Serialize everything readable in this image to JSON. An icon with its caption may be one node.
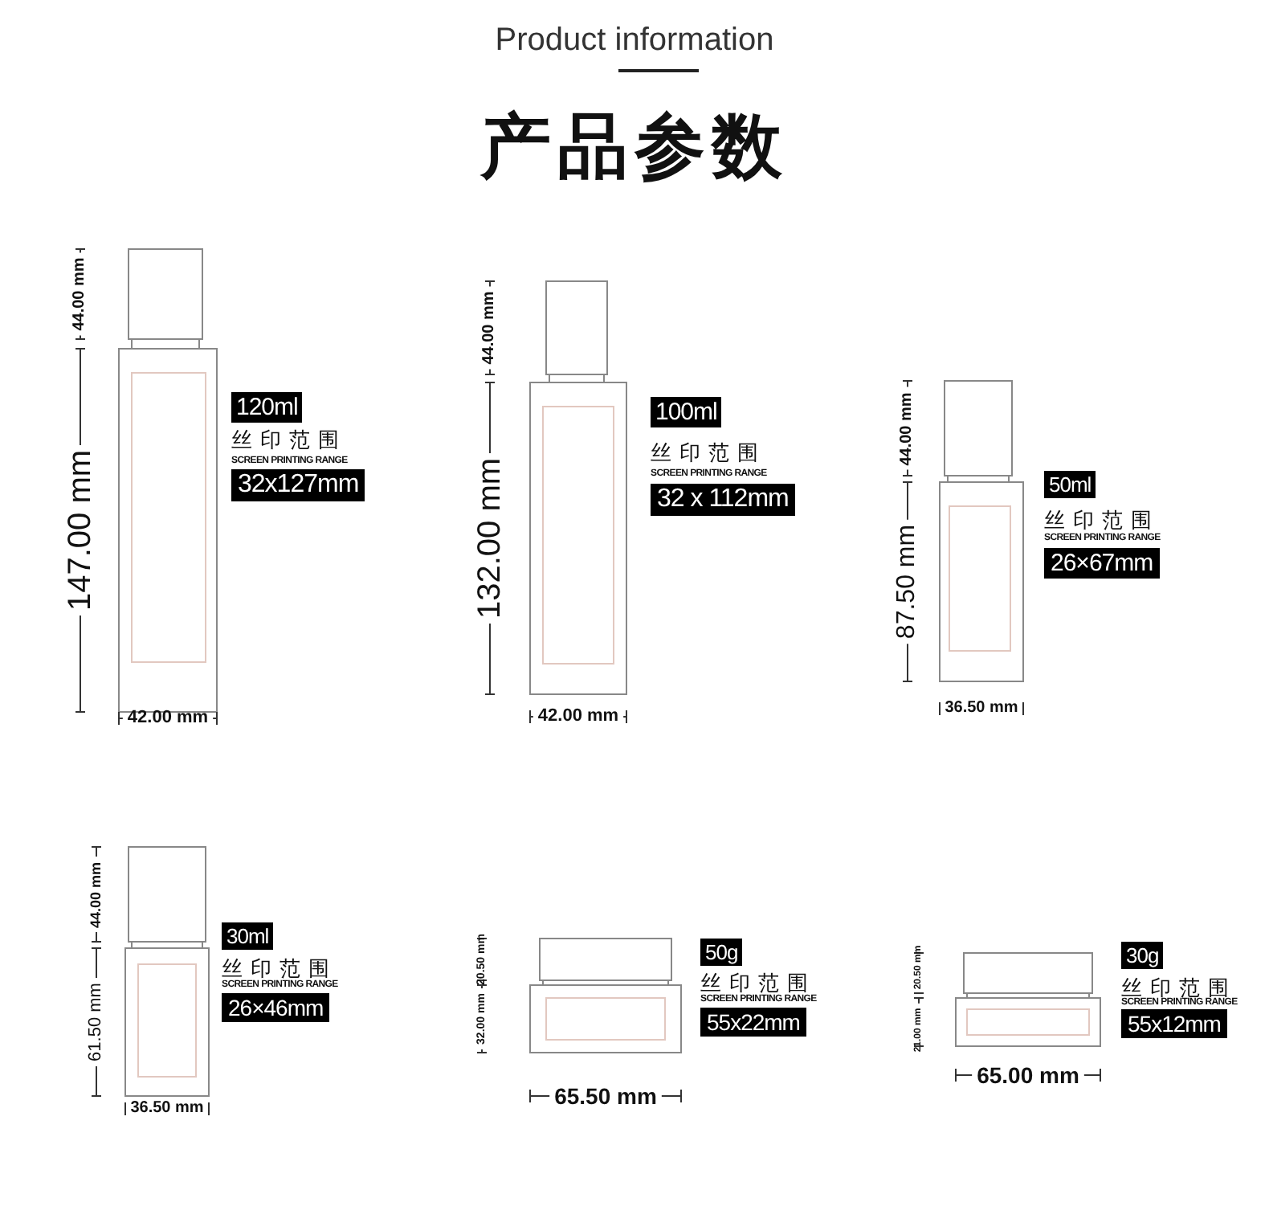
{
  "diagram": {
    "title": "Product information",
    "nodes": [
      {
        "text": [
          "120ml"
        ]
      },
      {
        "text": [
          "32x127mm"
        ]
      },
      {
        "text": [
          "100ml"
        ]
      },
      {
        "text": [
          "32 x 112mm"
        ]
      },
      {
        "text": [
          "50ml"
        ]
      },
      {
        "text": [
          "26×67mm"
        ]
      },
      {
        "text": [
          "30ml"
        ]
      },
      {
        "text": [
          "26×46mm"
        ]
      },
      {
        "text": [
          "50g"
        ]
      },
      {
        "text": [
          "55x22mm"
        ]
      },
      {
        "text": [
          "30g"
        ]
      },
      {
        "text": [
          "55x12mm"
        ]
      }
    ],
    "labels": [
      "产品参数",
      "44.00 mm",
      "147.00 mm",
      "42.00 mm",
      "丝印范围",
      "SCREEN PRINTING RANGE",
      "44.00 mm",
      "132.00 mm",
      "42.00 mm",
      "丝印范围",
      "SCREEN PRINTING RANGE",
      "44.00 mm",
      "87.50 mm",
      "36.50 mm",
      "丝印范围",
      "SCREEN PRINTING RANGE",
      "44.00 mm",
      "61.50 mm",
      "36.50 mm",
      "丝印范围",
      "SCREEN PRINTING RANGE",
      "20.50 mm",
      "32.00 mm",
      "65.50 mm",
      "丝印范围",
      "SCREEN PRINTING RANGE",
      "20.50 mm",
      "21.00 mm",
      "65.00 mm",
      "丝印范围",
      "SCREEN PRINTING RANGE"
    ]
  }
}
